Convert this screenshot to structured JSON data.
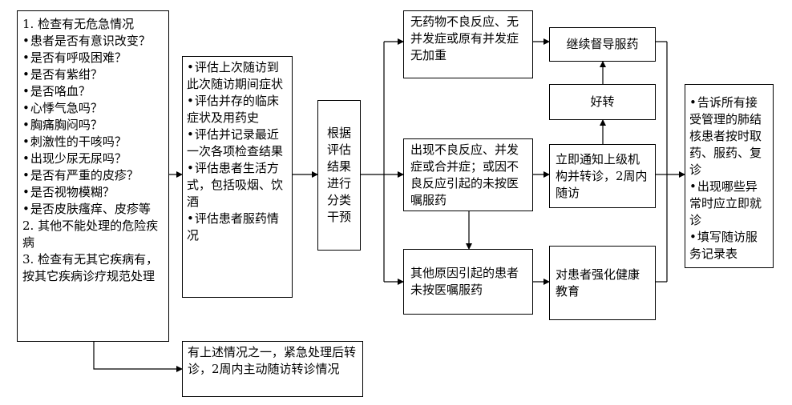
{
  "box_checks": {
    "heading1": "1. 检查有无危急情况",
    "items": [
      "患者是否有意识改变？",
      "是否有呼吸困难？",
      "是否有紫绀？",
      "是否咯血？",
      "心悸气急吗？",
      "胸痛胸闷吗？",
      "刺激性的干咳吗？",
      "出现少尿无尿吗？",
      "是否有严重的皮疹？",
      "是否视物模糊？",
      "是否皮肤瘙痒、皮疹等"
    ],
    "heading2": "2. 其他不能处理的危险疾病",
    "heading3": "3. 检查有无其它疾病有，按其它疾病诊疗规范处理"
  },
  "box_urgent": {
    "text": "有上述情况之一，紧急处理后转诊，2周内主动随访转诊情况"
  },
  "box_assess": {
    "items": [
      "评估上次随访到此次随访期间症状",
      "评估并存的临床症状及用药史",
      "评估并记录最近一次各项检查结果",
      "评估患者生活方式，包括吸烟、饮酒",
      "评估患者服药情况"
    ]
  },
  "box_classify": {
    "text": "根据评估结果进行分类干预"
  },
  "box_no_adverse": {
    "text": "无药物不良反应、无并发症或原有并发症无加重"
  },
  "box_adverse": {
    "text": "出现不良反应、并发症或合并症；或因不良反应引起的未按医嘱服药"
  },
  "box_other_reason": {
    "text": "其他原因引起的患者未按医嘱服药"
  },
  "box_continue": {
    "text": "继续督导服药"
  },
  "box_better": {
    "text": "好转"
  },
  "box_notify": {
    "text": "立即通知上级机构并转诊，2周内随访"
  },
  "box_educate": {
    "text": "对患者强化健康教育"
  },
  "box_inform": {
    "items": [
      "告诉所有接受管理的肺结核患者按时取药、服药、复诊",
      "出现哪些异常时应立即就诊",
      "填写随访服务记录表"
    ]
  }
}
